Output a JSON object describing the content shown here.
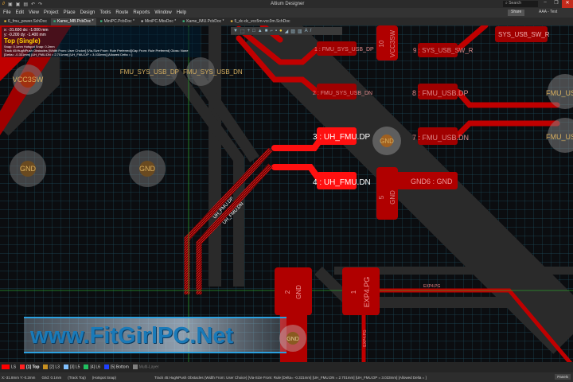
{
  "titlebar": {
    "title": "Altium Designer",
    "search_placeholder": "Search",
    "minimize": "–",
    "maximize": "❐",
    "close": "✕"
  },
  "menu": [
    "File",
    "Edit",
    "View",
    "Project",
    "Place",
    "Design",
    "Tools",
    "Route",
    "Reports",
    "Window",
    "Help"
  ],
  "header": {
    "share": "Share",
    "user": "AAA - Test"
  },
  "tabs": [
    {
      "label": "6_fmu_power.SchDoc",
      "type": "sch"
    },
    {
      "label": "Kame_MB.PcbDoc *",
      "type": "pcb",
      "active": true
    },
    {
      "label": "MiniPC.PcbDoc *",
      "type": "pcb"
    },
    {
      "label": "MiniPC.MbsDoc *",
      "type": "mbs"
    },
    {
      "label": "Kame_IMU.PcbDoc *",
      "type": "pcb"
    },
    {
      "label": "5_dc-dc_vcc5m-vcc3m.SchDoc",
      "type": "sch"
    }
  ],
  "info": {
    "x": "x: -31.600   dx: -1.000 mm",
    "y": "y: -0.200   dy: -1.400 mm",
    "layer": "Top (Single)",
    "snap": "Snap: 0.1mm Hotspot Snap: 0.2mm",
    "mode": "Track 45:HugNPush Obstacles [Width From: User Choice]  [Via-Size From: Rule Preferred][Gap From: Rule Preferred] Gloss: None",
    "delta": "[Delta= -0.331mm] [UH_FMU.DN = 2.701mm] [UH_FMU.DP = 3.033mm] [Allowed Delta = ]"
  },
  "pcb": {
    "vias": {
      "vcc3sw": "VCC3SW",
      "sys_dp": "FMU_SYS_USB_DP",
      "sys_dn": "FMU_SYS_USB_DN",
      "gnd": "GND",
      "fmu_usb": "FMU_USB"
    },
    "pads": {
      "p1": "1 : FMU_SYS_USB_DP",
      "p2": "2 : FMU_SYS_USB_DN",
      "p3": "3 : UH_FMU.DP",
      "p4": "4 : UH_FMU.DN",
      "p5a": "5",
      "p5b": "GND",
      "p6": "GND6 : GND",
      "p7": "7 : FMU_USB.DN",
      "p8": "8 : FMU_USB.DP",
      "p9": "9 : SYS_USB_SW_R",
      "p10a": "10",
      "p10b": "VCC3SW",
      "top_right": "SYS_USB_SW_R",
      "b2a": "2",
      "b2b": "GND",
      "b1a": "1",
      "b1b": "EXP4.PG",
      "trace_exp": "EXP4.PG"
    },
    "trace_labels": {
      "dp": "UH_FMU.DP",
      "dn": "UH_FMU.DN"
    },
    "colors": {
      "top": "#c00000",
      "top_hl": "#ff1010",
      "board": "#0b0d10",
      "grid": "#1c4a5a",
      "keepout": "#2a2a2a"
    }
  },
  "watermark": "www.FitGirlPC.Net",
  "layers": [
    {
      "label": "LS",
      "color": "#ff0000"
    },
    {
      "label": "[1] Top",
      "color": "#ff2020"
    },
    {
      "label": "[2] L3",
      "color": "#c89020"
    },
    {
      "label": "[3] L5",
      "color": "#80c0ff"
    },
    {
      "label": "[4] L6",
      "color": "#20c060"
    },
    {
      "label": "[5] Bottom",
      "color": "#2040ff"
    },
    {
      "label": "Multi-Layer",
      "color": "#808080"
    }
  ],
  "status": {
    "coords": "X:-31.8mm Y:-0.2mm",
    "grid": "Grid: 0.1mm",
    "track": "(Track Top)",
    "snap": "(Hotspot Snap)",
    "mode": "Track 45:HugNPush Obstacles (Width From: User Choice)  [Via-Size From: Rule  [Delta= -0.331mm] [UH_FMU.DN = 2.701mm] [UH_FMU.DP = 3.033mm] [Allowed Delta = ]",
    "panels": "Panels"
  }
}
